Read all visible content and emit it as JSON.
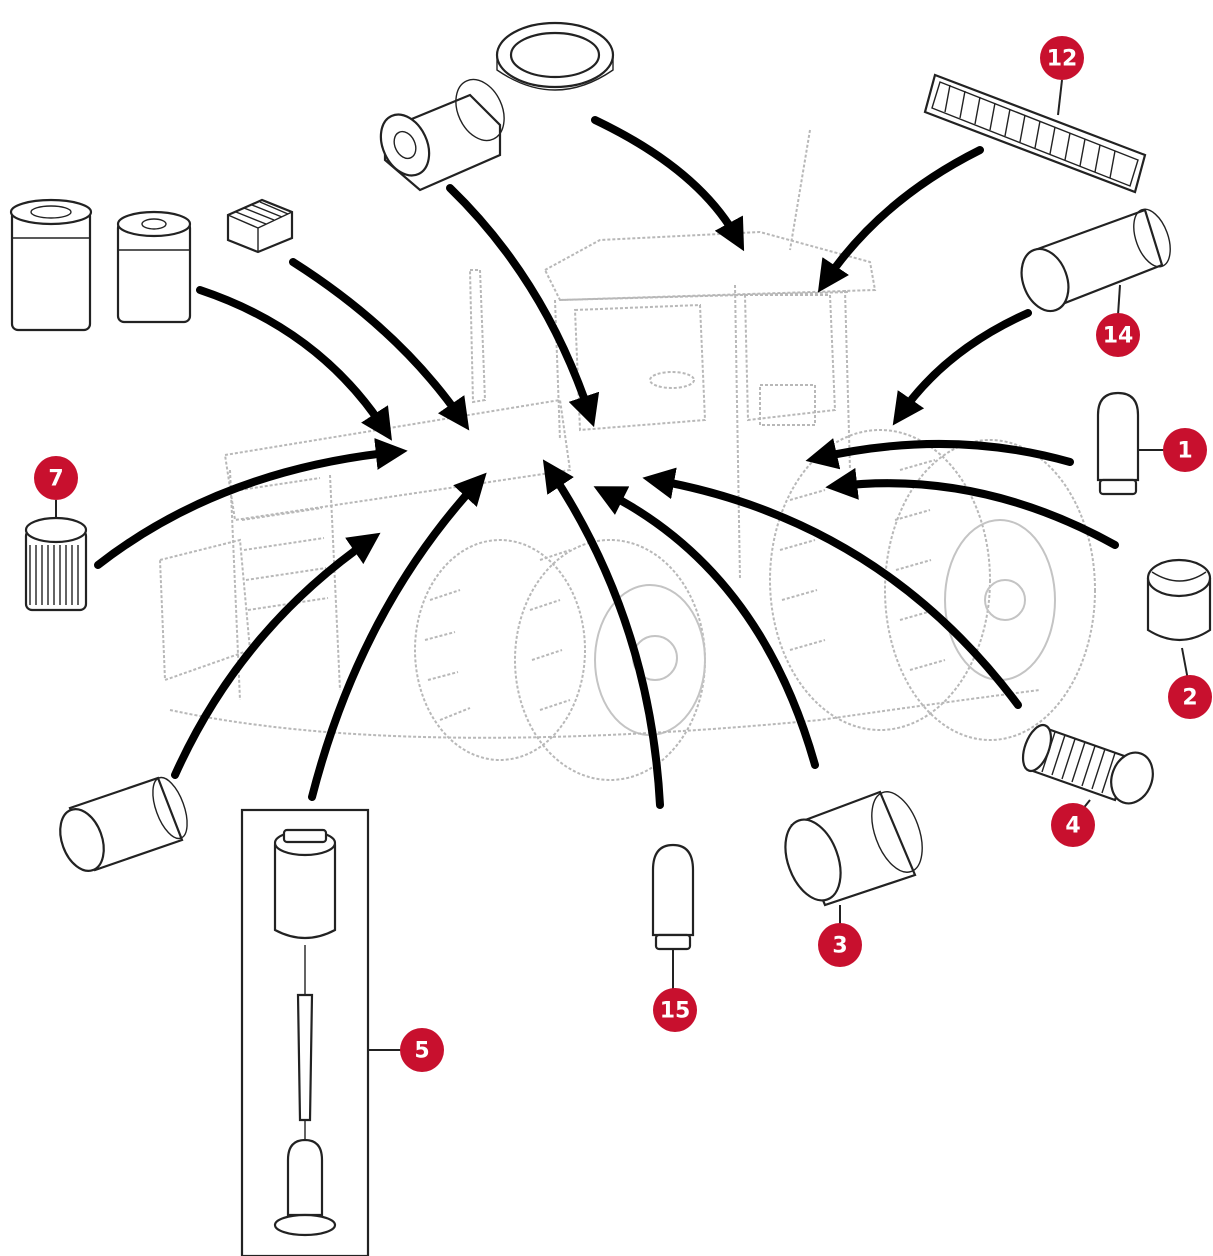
{
  "callouts": {
    "c1": "1",
    "c2": "2",
    "c3": "3",
    "c4": "4",
    "c5": "5",
    "c7": "7",
    "c12": "12",
    "c14": "14",
    "c15": "15"
  },
  "colors": {
    "callout_fill": "#c8102e",
    "callout_text": "#ffffff",
    "arrow": "#000000",
    "tractor_outline": "#b8b8b8"
  }
}
